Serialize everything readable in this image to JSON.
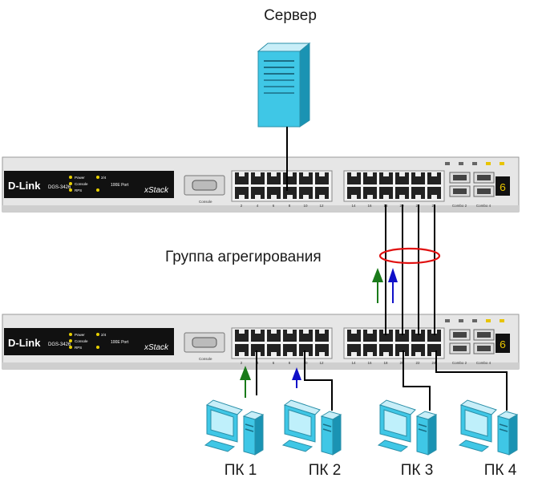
{
  "labels": {
    "server": "Сервер",
    "aggregation_group": "Группа агрегирования",
    "pc1": "ПК 1",
    "pc2": "ПК 2",
    "pc3": "ПК 3",
    "pc4": "ПК 4"
  },
  "switch": {
    "brand": "D-Link",
    "model": "DGS-3426",
    "series": "xStack",
    "leds": [
      "Power",
      "Console",
      "RPS"
    ],
    "link_legend": [
      "2/4",
      "100E Port"
    ],
    "console_label": "Console",
    "combo_labels": [
      "Combo 2",
      "Combo 4"
    ],
    "display_digit": "6",
    "port_numbers": [
      "2",
      "4",
      "6",
      "8",
      "10",
      "12",
      "14",
      "16",
      "18",
      "20",
      "22",
      "24"
    ]
  },
  "colors": {
    "green_arrow": "#1a7a1a",
    "blue_arrow": "#1010c8",
    "aggregation_ring": "#e01010",
    "server_body": "#3fc7e6",
    "pc_body": "#3fc7e6",
    "switch_body": "#e4e4e4",
    "switch_label_panel": "#111111"
  }
}
